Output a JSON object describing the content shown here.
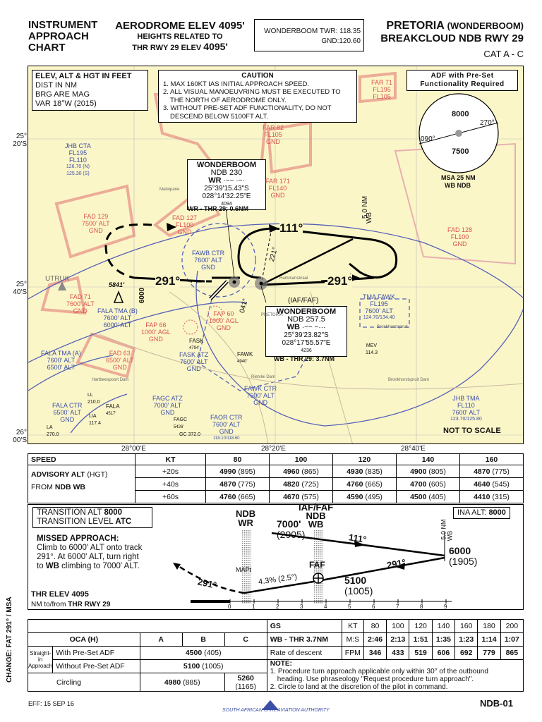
{
  "header": {
    "chart_type_lines": [
      "INSTRUMENT",
      "APPROACH",
      "CHART"
    ],
    "aerodrome_elev_label": "AERODROME ELEV",
    "aerodrome_elev_value": "4095'",
    "heights_line1": "HEIGHTS RELATED TO",
    "heights_line2_prefix": "THR RWY 29 ELEV",
    "heights_line2_value": "4095'",
    "twr_freq": "WONDERBOOM TWR: 118.35",
    "gnd_freq": "GND:120.60",
    "city": "PRETORIA",
    "airport": "(WONDERBOOM)",
    "procedure": "BREAKCLOUD NDB RWY 29",
    "category": "CAT A - C"
  },
  "map": {
    "legend_lines": [
      "ELEV, ALT & HGT IN FEET",
      "DIST IN NM",
      "BRG ARE MAG",
      "VAR 18°W (2015)"
    ],
    "caution": {
      "title": "CAUTION",
      "lines": [
        "1. MAX 160KT IAS INITIAL APPROACH SPEED.",
        "2. ALL VISUAL MANOEUVRING MUST BE EXECUTED TO",
        "    THE NORTH OF AERODROME ONLY.",
        "3. WITHOUT PRE-SET ADF FUNCTIONALITY, DO NOT",
        "    DESCEND BELOW 5100FT ALT."
      ]
    },
    "adf_box": [
      "ADF with Pre-Set",
      "Functionality Required"
    ],
    "msa": {
      "upper": "8000",
      "lower": "7500",
      "brg_left": "090°",
      "brg_right": "270°",
      "caption1": "MSA 25 NM",
      "caption2": "WB NDB"
    },
    "ndb_wr": {
      "name": "WONDERBOOM",
      "type": "NDB 230",
      "ident": "WR",
      "morse": "·−− ·−·",
      "lat": "25°39'15.43\"S",
      "lon": "028°14'32.25\"E",
      "elev": "4094",
      "dist": "WR - THR 29: 0.6NM"
    },
    "ndb_wb": {
      "fix": "(IAF/FAF)",
      "name": "WONDERBOOM",
      "type": "NDB 257.5",
      "ident": "WB",
      "morse": "·−− −···",
      "lat": "25°39'23.82\"S",
      "lon": "028°17'55.57\"E",
      "elev": "4236",
      "dist": "WB - THR 29: 3.7NM"
    },
    "tracks": {
      "outbound": "111°",
      "inbound_left": "291°",
      "inbound_right": "291°",
      "procedure_turn": "221°",
      "reversal": "041°",
      "holding_dist": "5.0 NM",
      "holding_dist2": "WB"
    },
    "airspace": [
      {
        "id": "jhb-cta",
        "lines": [
          "JHB CTA",
          "FL195",
          "FL110",
          "126.70 (N)",
          "125.30 (S)"
        ]
      },
      {
        "id": "far71-n",
        "lines": [
          "FAR 71",
          "FL195",
          "FL105"
        ]
      },
      {
        "id": "far82",
        "lines": [
          "FAR 82",
          "FL105",
          "GND"
        ]
      },
      {
        "id": "far171",
        "lines": [
          "FAR 171",
          "FL140",
          "GND"
        ]
      },
      {
        "id": "fad129",
        "lines": [
          "FAD 129",
          "7500' ALT",
          "GND"
        ]
      },
      {
        "id": "fad127",
        "lines": [
          "FAD 127",
          "FL100",
          "GND"
        ]
      },
      {
        "id": "fad128",
        "lines": [
          "FAD 128",
          "FL100",
          "GND"
        ]
      },
      {
        "id": "fawb-ctr",
        "lines": [
          "FAWB CTR",
          "7600' ALT",
          "GND"
        ]
      },
      {
        "id": "fad71-w",
        "lines": [
          "FAD 71",
          "7600' ALT",
          "GND"
        ]
      },
      {
        "id": "fala-tma-b",
        "lines": [
          "FALA TMA (B)",
          "7600' ALT",
          "6000' ALT"
        ]
      },
      {
        "id": "fap60",
        "lines": [
          "FAP 60",
          "1000' AGL",
          "GND"
        ]
      },
      {
        "id": "fap66",
        "lines": [
          "FAP 66",
          "1000' AGL",
          "GND"
        ]
      },
      {
        "id": "fask-atz",
        "lines": [
          "FASK ATZ",
          "7600' ALT",
          "GND"
        ]
      },
      {
        "id": "fala-tma-a",
        "lines": [
          "FALA TMA (A)",
          "7600' ALT",
          "6500' ALT"
        ]
      },
      {
        "id": "fad63",
        "lines": [
          "FAD 63",
          "6500' ALT",
          "GND"
        ]
      },
      {
        "id": "tma-fawk",
        "lines": [
          "TMA  FAWK",
          "FL195",
          "7600' ALT",
          "124.70/134.40"
        ]
      },
      {
        "id": "fawk-ctr",
        "lines": [
          "FAWK CTR",
          "7600' ALT",
          "GND"
        ]
      },
      {
        "id": "fagc-atz",
        "lines": [
          "FAGC ATZ",
          "7000' ALT",
          "GND"
        ]
      },
      {
        "id": "fala-ctr",
        "lines": [
          "FALA CTR",
          "6500' ALT",
          "GND"
        ]
      },
      {
        "id": "faor-ctr",
        "lines": [
          "FAOR CTR",
          "7600' ALT",
          "GND",
          "118.10/118.60"
        ]
      },
      {
        "id": "jhb-tma",
        "lines": [
          "JHB TMA",
          "FL110",
          "7600' ALT",
          "123.70/125.80"
        ]
      }
    ],
    "places": {
      "utruk": "UTRUK",
      "obstacle": "5841'",
      "fask": "FASK",
      "fask_elev": "4794'",
      "fawk": "FAWK",
      "fawk_elev": "4940'",
      "mev": "MEV",
      "mev_freq": "114.3",
      "ll": "LL",
      "ll_freq": "210.0",
      "fala": "FALA",
      "fala_elev": "4517'",
      "lia": "LIA",
      "lia_freq": "117.4",
      "la": "LA",
      "la_freq": "270.0",
      "fagc": "FAGC",
      "fagc_elev": "5426'",
      "gc": "GC",
      "gc_freq": "372.0",
      "pretoria": "PRETORIA",
      "bronkhorstspruit": "Bronkhorstspruit",
      "mabopane": "Mabopane",
      "hammanskraal": "Hammanskraal",
      "rietvlei_dam": "Rietvlei Dam",
      "bronkhorstspruit_dam": "Bronkhorstspruit Dam",
      "hartbeespoort": "Hartbeespoort Dam",
      "vertical_alt": "6000"
    },
    "not_to_scale": "NOT TO SCALE",
    "lat_labels": [
      [
        "25°",
        "20'S"
      ],
      [
        "25°",
        "40'S"
      ],
      [
        "26°",
        "00'S"
      ]
    ],
    "lon_labels": [
      "28°00'E",
      "28°20'E",
      "28°40'E"
    ]
  },
  "speed_table": {
    "header": [
      "SPEED",
      "KT",
      "80",
      "100",
      "120",
      "140",
      "160"
    ],
    "row_label1": "ADVISORY ALT",
    "row_label1_suffix": "(HGT)",
    "row_label2": "FROM",
    "row_label2_bold": "NDB WB",
    "rows": [
      {
        "offset": "+20s",
        "values": [
          [
            "4990",
            "(895)"
          ],
          [
            "4960",
            "(865)"
          ],
          [
            "4930",
            "(835)"
          ],
          [
            "4900",
            "(805)"
          ],
          [
            "4870",
            "(775)"
          ]
        ]
      },
      {
        "offset": "+40s",
        "values": [
          [
            "4870",
            "(775)"
          ],
          [
            "4820",
            "(725)"
          ],
          [
            "4760",
            "(665)"
          ],
          [
            "4700",
            "(605)"
          ],
          [
            "4640",
            "(545)"
          ]
        ]
      },
      {
        "offset": "+60s",
        "values": [
          [
            "4760",
            "(665)"
          ],
          [
            "4670",
            "(575)"
          ],
          [
            "4590",
            "(495)"
          ],
          [
            "4500",
            "(405)"
          ],
          [
            "4410",
            "(315)"
          ]
        ]
      }
    ]
  },
  "profile": {
    "transition_alt_label": "TRANSITION ALT",
    "transition_alt_value": "8000",
    "transition_level_label": "TRANSITION LEVEL",
    "transition_level_value": "ATC",
    "ina_label": "INA ALT:",
    "ina_value": "8000",
    "missed_title": "MISSED APPROACH:",
    "missed_lines": [
      "Climb to 6000' ALT onto track",
      "291°. At 6000' ALT, turn right"
    ],
    "missed_last_prefix": "to",
    "missed_last_bold": "WB",
    "missed_last_suffix": "climbing to 7000' ALT.",
    "ndb_wr": [
      "NDB",
      "WR"
    ],
    "iaf_faf": [
      "IAF/FAF",
      "NDB",
      "WB"
    ],
    "alt_7000": "7000'",
    "hgt_2905": "(2905)",
    "alt_6000": "6000",
    "hgt_1905": "(1905)",
    "alt_5100": "5100",
    "hgt_1005": "(1005)",
    "trk_111": "111°",
    "trk_291": "291°",
    "trk_291_missed": "291°",
    "gradient": "4.3% (2.5°)",
    "mapt": "MAPt",
    "faf": "FAF",
    "dist_vertical": "5.0 NM",
    "dist_vertical2": "WB",
    "thr_elev": "THR ELEV 4095",
    "nm_label": "NM to/from",
    "nm_label_bold": "THR RWY 29",
    "scale": [
      "0",
      "1",
      "2",
      "3",
      "4",
      "5",
      "6",
      "7",
      "8",
      "9"
    ]
  },
  "bottom_table": {
    "gs_header": [
      "GS",
      "KT",
      "80",
      "100",
      "120",
      "140",
      "160",
      "180",
      "200"
    ],
    "oca_header": [
      "OCA (H)",
      "A",
      "B",
      "C"
    ],
    "time_row": [
      "WB - THR 3.7NM",
      "M:S",
      "2:46",
      "2:13",
      "1:51",
      "1:35",
      "1:23",
      "1:14",
      "1:07"
    ],
    "rod_row": [
      "Rate of descent",
      "FPM",
      "346",
      "433",
      "519",
      "606",
      "692",
      "779",
      "865"
    ],
    "straight_in_label": "Straight-in Approach",
    "with_adf": "With Pre-Set ADF",
    "with_adf_val": "4500",
    "with_adf_hgt": "(405)",
    "without_adf": "Without Pre-Set ADF",
    "without_adf_val": "5100",
    "without_adf_hgt": "(1005)",
    "circling": "Circling",
    "circ_ab": "4980",
    "circ_ab_hgt": "(885)",
    "circ_c": "5260",
    "circ_c_hgt": "(1165)",
    "note_title": "NOTE:",
    "notes": [
      "1. Procedure turn approach applicable only within 30° of the outbound",
      "    heading. Use phraseology \"Request procedure turn approach\".",
      "2. Circle to land at the discretion of the pilot in command."
    ]
  },
  "footer": {
    "change": "CHANGE: FAT 291° / MSA",
    "eff": "EFF: 15 SEP 16",
    "authority": "SOUTH AFRICAN CIVIL AVIATION AUTHORITY",
    "chart_id": "NDB-01"
  }
}
